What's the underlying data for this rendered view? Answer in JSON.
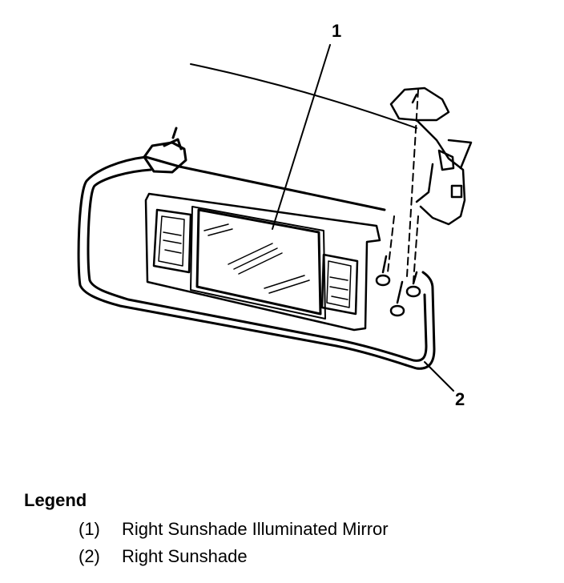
{
  "callouts": [
    {
      "label": "1"
    },
    {
      "label": "2"
    }
  ],
  "legend": {
    "title": "Legend",
    "items": [
      {
        "num": "(1)",
        "text": "Right Sunshade Illuminated Mirror"
      },
      {
        "num": "(2)",
        "text": "Right Sunshade"
      }
    ]
  }
}
